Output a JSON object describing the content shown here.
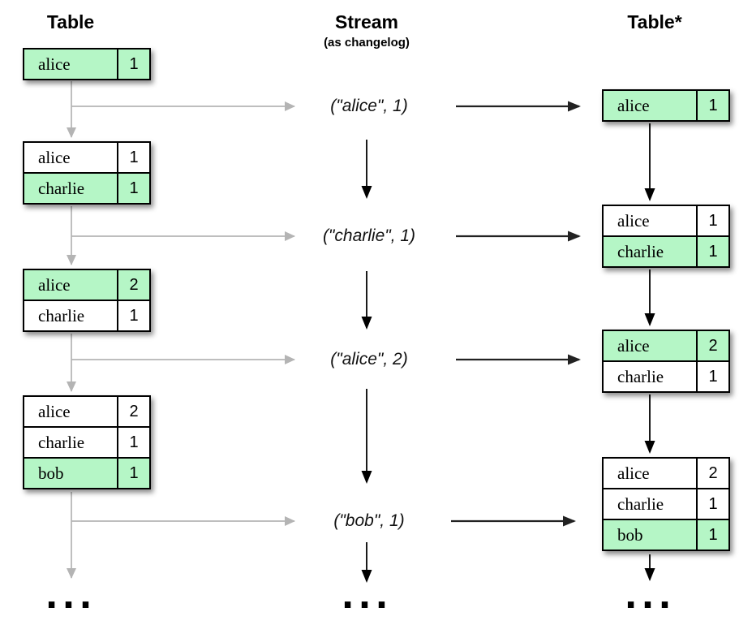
{
  "colors": {
    "row_highlight": "#b5f6c6",
    "gray": "#b4b4b4",
    "dark": "#222222",
    "table_border": "#000000"
  },
  "headers": {
    "left": {
      "title": "Table"
    },
    "middle": {
      "title": "Stream",
      "subtitle": "(as changelog)"
    },
    "right": {
      "title": "Table*"
    }
  },
  "left_tables": [
    {
      "rows": [
        {
          "key": "alice",
          "value": "1",
          "highlight": true
        }
      ]
    },
    {
      "rows": [
        {
          "key": "alice",
          "value": "1",
          "highlight": false
        },
        {
          "key": "charlie",
          "value": "1",
          "highlight": true
        }
      ]
    },
    {
      "rows": [
        {
          "key": "alice",
          "value": "2",
          "highlight": true
        },
        {
          "key": "charlie",
          "value": "1",
          "highlight": false
        }
      ]
    },
    {
      "rows": [
        {
          "key": "alice",
          "value": "2",
          "highlight": false
        },
        {
          "key": "charlie",
          "value": "1",
          "highlight": false
        },
        {
          "key": "bob",
          "value": "1",
          "highlight": true
        }
      ]
    }
  ],
  "stream_events": [
    {
      "label": "(\"alice\", 1)"
    },
    {
      "label": "(\"charlie\", 1)"
    },
    {
      "label": "(\"alice\", 2)"
    },
    {
      "label": "(\"bob\", 1)"
    }
  ],
  "right_tables": [
    {
      "rows": [
        {
          "key": "alice",
          "value": "1",
          "highlight": true
        }
      ]
    },
    {
      "rows": [
        {
          "key": "alice",
          "value": "1",
          "highlight": false
        },
        {
          "key": "charlie",
          "value": "1",
          "highlight": true
        }
      ]
    },
    {
      "rows": [
        {
          "key": "alice",
          "value": "2",
          "highlight": true
        },
        {
          "key": "charlie",
          "value": "1",
          "highlight": false
        }
      ]
    },
    {
      "rows": [
        {
          "key": "alice",
          "value": "2",
          "highlight": false
        },
        {
          "key": "charlie",
          "value": "1",
          "highlight": false
        },
        {
          "key": "bob",
          "value": "1",
          "highlight": true
        }
      ]
    }
  ],
  "ellipsis": "..."
}
